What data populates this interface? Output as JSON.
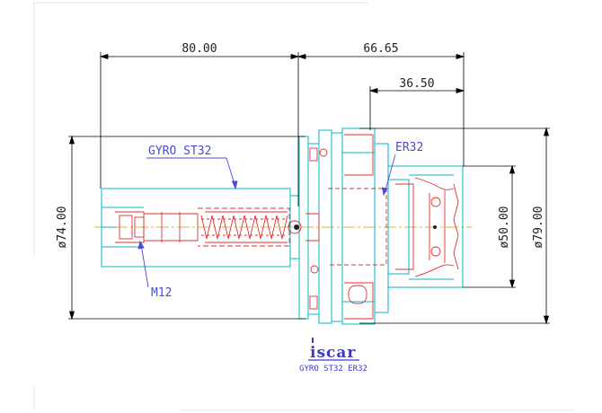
{
  "dimensions": {
    "shank_length": "80.00",
    "head_length": "66.65",
    "collet_length": "36.50",
    "shank_diameter": "ø74.00",
    "collet_diameter": "ø50.00",
    "flange_diameter": "ø79.00"
  },
  "labels": {
    "shank": "GYRO ST32",
    "collet": "ER32",
    "thread": "M12"
  },
  "brand": {
    "logo": "iscar",
    "caption": "GYRO ST32 ER32"
  },
  "colors": {
    "dimension": "#000000",
    "outline": "#00b7c7",
    "section": "#e03030",
    "label": "#4a4ad8",
    "centerline": "#c8a000"
  }
}
